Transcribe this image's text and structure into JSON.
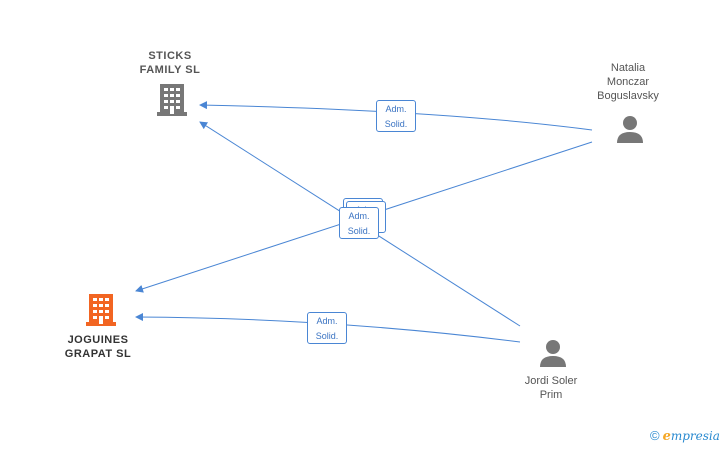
{
  "nodes": {
    "sticks_family": {
      "line1": "STICKS",
      "line2": "FAMILY  SL",
      "icon": "building-icon",
      "color": "#777777"
    },
    "joguines_grapat": {
      "line1": "JOGUINES",
      "line2": "GRAPAT  SL",
      "icon": "building-icon",
      "color": "#f26522"
    },
    "natalia": {
      "line1": "Natalia",
      "line2": "Monczar",
      "line3": "Boguslavsky",
      "icon": "person-icon",
      "color": "#777777"
    },
    "jordi": {
      "line1": "Jordi Soler",
      "line2": "Prim",
      "icon": "person-icon",
      "color": "#777777"
    }
  },
  "edges": [
    {
      "from": "natalia",
      "to": "sticks_family",
      "label1": "Adm.",
      "label2": "Solid."
    },
    {
      "from": "natalia",
      "to": "joguines_grapat",
      "label1": "Adm.",
      "label2": "Solid."
    },
    {
      "from": "jordi",
      "to": "sticks_family",
      "label1": "Adm.",
      "label2": "Solid."
    },
    {
      "from": "jordi",
      "to": "joguines_grapat",
      "label1": "Adm.",
      "label2": "Solid."
    }
  ],
  "edge_color": "#4a86d4",
  "brand": {
    "copyright": "©",
    "initial": "e",
    "rest": "mpresia"
  }
}
